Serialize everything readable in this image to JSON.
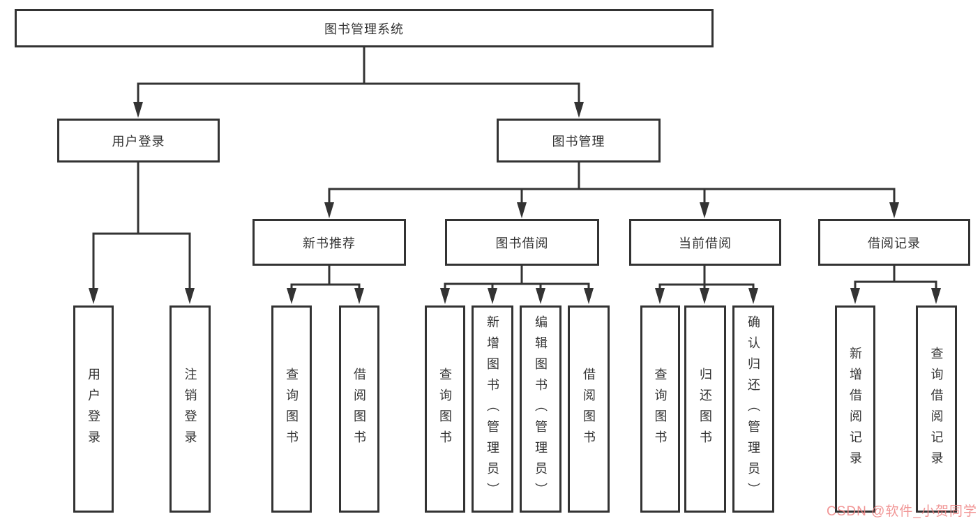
{
  "diagram": {
    "title": "图书管理系统",
    "root": {
      "label": "图书管理系统"
    },
    "level2": [
      {
        "label": "用户登录"
      },
      {
        "label": "图书管理"
      }
    ],
    "level3": [
      {
        "label": "新书推荐",
        "parent": "图书管理"
      },
      {
        "label": "图书借阅",
        "parent": "图书管理"
      },
      {
        "label": "当前借阅",
        "parent": "图书管理"
      },
      {
        "label": "借阅记录",
        "parent": "图书管理"
      }
    ],
    "leaves": [
      {
        "label": "用户登录",
        "parent": "用户登录"
      },
      {
        "label": "注销登录",
        "parent": "用户登录"
      },
      {
        "label": "查询图书",
        "parent": "新书推荐"
      },
      {
        "label": "借阅图书",
        "parent": "新书推荐"
      },
      {
        "label": "查询图书",
        "parent": "图书借阅"
      },
      {
        "label": "新增图书（管理员）",
        "parent": "图书借阅"
      },
      {
        "label": "编辑图书（管理员）",
        "parent": "图书借阅"
      },
      {
        "label": "借阅图书",
        "parent": "图书借阅"
      },
      {
        "label": "查询图书",
        "parent": "当前借阅"
      },
      {
        "label": "归还图书",
        "parent": "当前借阅"
      },
      {
        "label": "确认归还（管理员）",
        "parent": "当前借阅"
      },
      {
        "label": "新增借阅记录",
        "parent": "借阅记录"
      },
      {
        "label": "查询借阅记录",
        "parent": "借阅记录"
      }
    ],
    "colors": {
      "line": "#333333",
      "box_border": "#333333",
      "box_fill": "#ffffff",
      "text": "#333333",
      "background": "#ffffff",
      "watermark": "#ee8282"
    }
  },
  "watermark": {
    "text": "CSDN @软件_小贺同学"
  }
}
